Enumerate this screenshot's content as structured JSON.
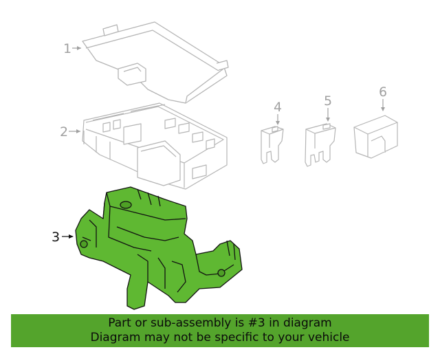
{
  "callouts": {
    "c1": "1",
    "c2": "2",
    "c3": "3",
    "c4": "4",
    "c5": "5",
    "c6": "6"
  },
  "highlight_color": "#5fb832",
  "footer": {
    "line1": "Part or sub-assembly is #3 in diagram",
    "line2": "Diagram may not be specific to your vehicle",
    "background": "#54a42c"
  }
}
